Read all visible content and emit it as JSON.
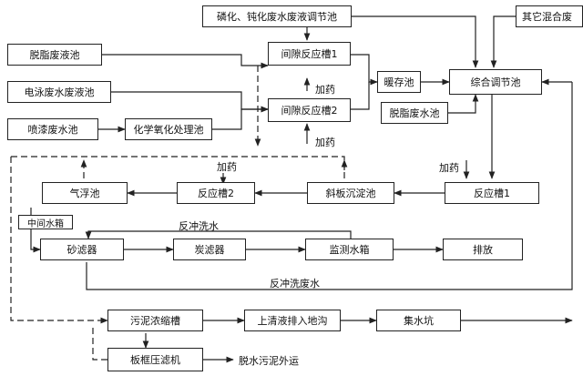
{
  "boxes": {
    "phos_pool": "磷化、钝化废水废液调节池",
    "other_pool": "其它混合废",
    "degrease_liquid_pool": "脱脂废液池",
    "intermittent_tank_1": "间隙反应槽1",
    "electrophoresis_pool": "电泳废水废液池",
    "intermittent_tank_2": "间隙反应槽2",
    "storage_pool": "暖存池",
    "equalization_pool": "综合调节池",
    "spray_paint_pool": "喷漆废水池",
    "chem_oxidation_pool": "化学氧化处理池",
    "degrease_water_pool": "脱脂废水池",
    "air_flotation": "气浮池",
    "reaction_tank_2": "反应槽2",
    "inclined_plate": "斜板沉淀池",
    "reaction_tank_1": "反应槽1",
    "mid_tank": "中间水箱",
    "sand_filter": "砂滤器",
    "carbon_filter": "炭滤器",
    "monitor_tank": "监测水箱",
    "discharge": "排放",
    "sludge_thickener": "污泥浓缩槽",
    "supernatant": "上清液排入地沟",
    "sump_pit": "集水坑",
    "filter_press": "板框压滤机"
  },
  "labels": {
    "dosing_1": "加药",
    "dosing_2": "加药",
    "dosing_3": "加药",
    "dosing_4": "加药",
    "backwash_water": "反冲洗水",
    "backwash_wastewater": "反冲洗废水",
    "sludge_out": "脱水污泥外运"
  },
  "colors": {
    "line": "#222222",
    "text": "#111111",
    "background": "#ffffff"
  }
}
